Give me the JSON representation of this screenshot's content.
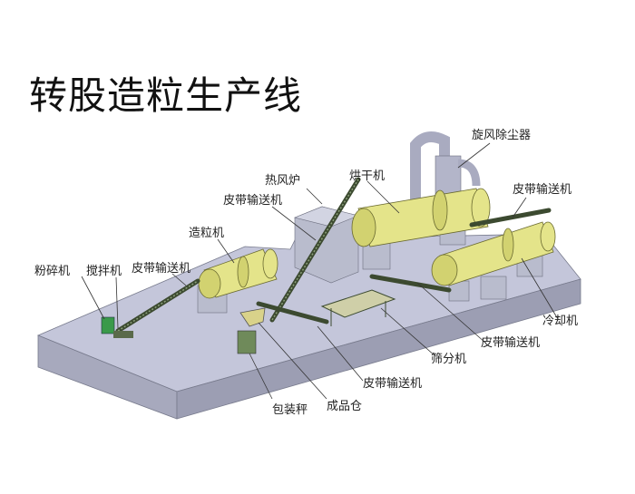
{
  "title": "转股造粒生产线",
  "labels": {
    "cyclone": "旋风除尘器",
    "hot_air_furnace": "热风炉",
    "dryer": "烘干机",
    "conveyor_to_dryer": "皮带输送机",
    "conveyor_to_cooler": "皮带输送机",
    "granulator": "造粒机",
    "crusher": "粉碎机",
    "mixer": "搅拌机",
    "conveyor_to_granulator": "皮带输送机",
    "cooler": "冷却机",
    "conveyor_to_screen": "皮带输送机",
    "screener": "筛分机",
    "conveyor_to_bin": "皮带输送机",
    "packing_scale": "包装秤",
    "product_bin": "成品仓"
  },
  "colors": {
    "platform_top": "#c4c6da",
    "platform_side": "#a7a9bd",
    "machine": "#e4e48a",
    "conveyor": "#3c4a30"
  }
}
